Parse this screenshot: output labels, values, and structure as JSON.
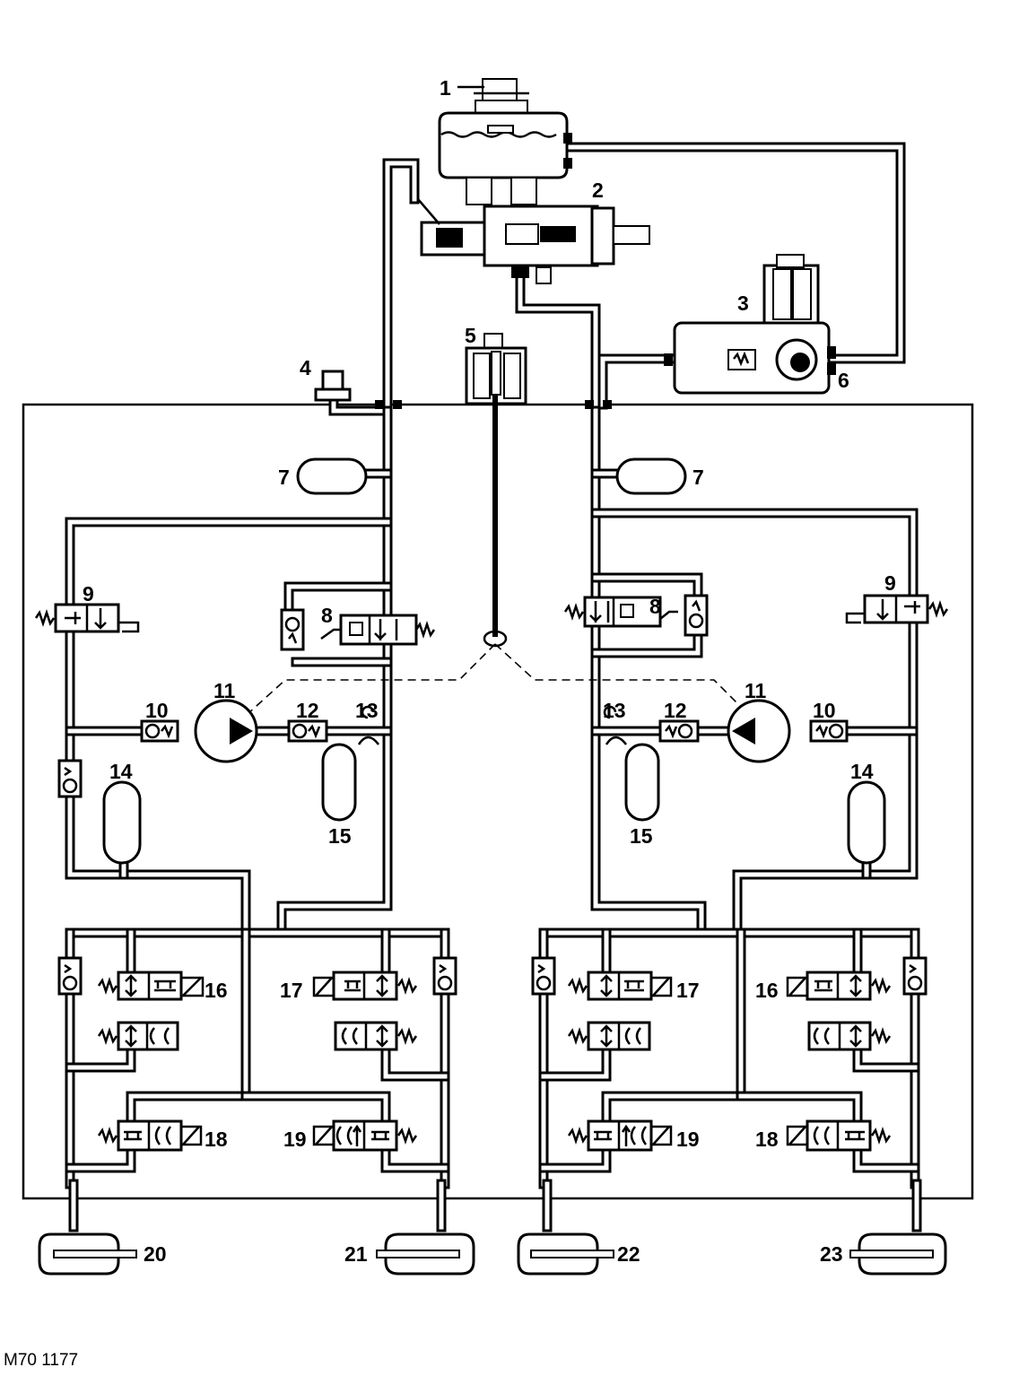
{
  "diagram": {
    "reference": "M70 1177",
    "callouts": {
      "c1": "1",
      "c2": "2",
      "c3": "3",
      "c4": "4",
      "c5": "5",
      "c6": "6",
      "c7": "7",
      "c8": "8",
      "c9": "9",
      "c10": "10",
      "c11": "11",
      "c12": "12",
      "c13": "13",
      "c14": "14",
      "c15": "15",
      "c16": "16",
      "c17": "17",
      "c18": "18",
      "c19": "19",
      "c20": "20",
      "c21": "21",
      "c22": "22",
      "c23": "23"
    }
  }
}
